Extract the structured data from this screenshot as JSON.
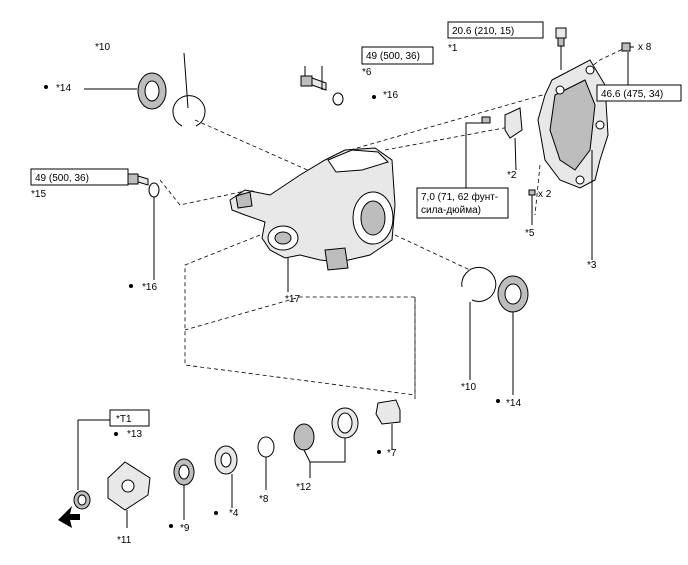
{
  "torque_specs": {
    "t1": "20.6 (210, 15)",
    "t6": "49 (500, 36)",
    "t8": "46.6 (475, 34)",
    "t15": "49 (500, 36)",
    "t5_line1": "7,0 (71, 62 фунт-",
    "t5_line2": "сила-дюйма)",
    "special_tool": "*T1"
  },
  "callouts": {
    "c1": "*1",
    "c2": "*2",
    "c3": "*3",
    "c4": "*4",
    "c5": "*5",
    "c6": "*6",
    "c7": "*7",
    "c8": "*8",
    "c9": "*9",
    "c10a": "*10",
    "c10b": "*10",
    "c11": "*11",
    "c12": "*12",
    "c13": "*13",
    "c14a": "*14",
    "c14b": "*14",
    "c15": "*15",
    "c16a": "*16",
    "c16b": "*16",
    "c17": "*17"
  },
  "quantities": {
    "q8": "x 8",
    "q5": "x 2"
  },
  "colors": {
    "line": "#000000",
    "part_fill": "#e8e8e8",
    "part_shade": "#bdbdbd",
    "background": "#ffffff"
  }
}
